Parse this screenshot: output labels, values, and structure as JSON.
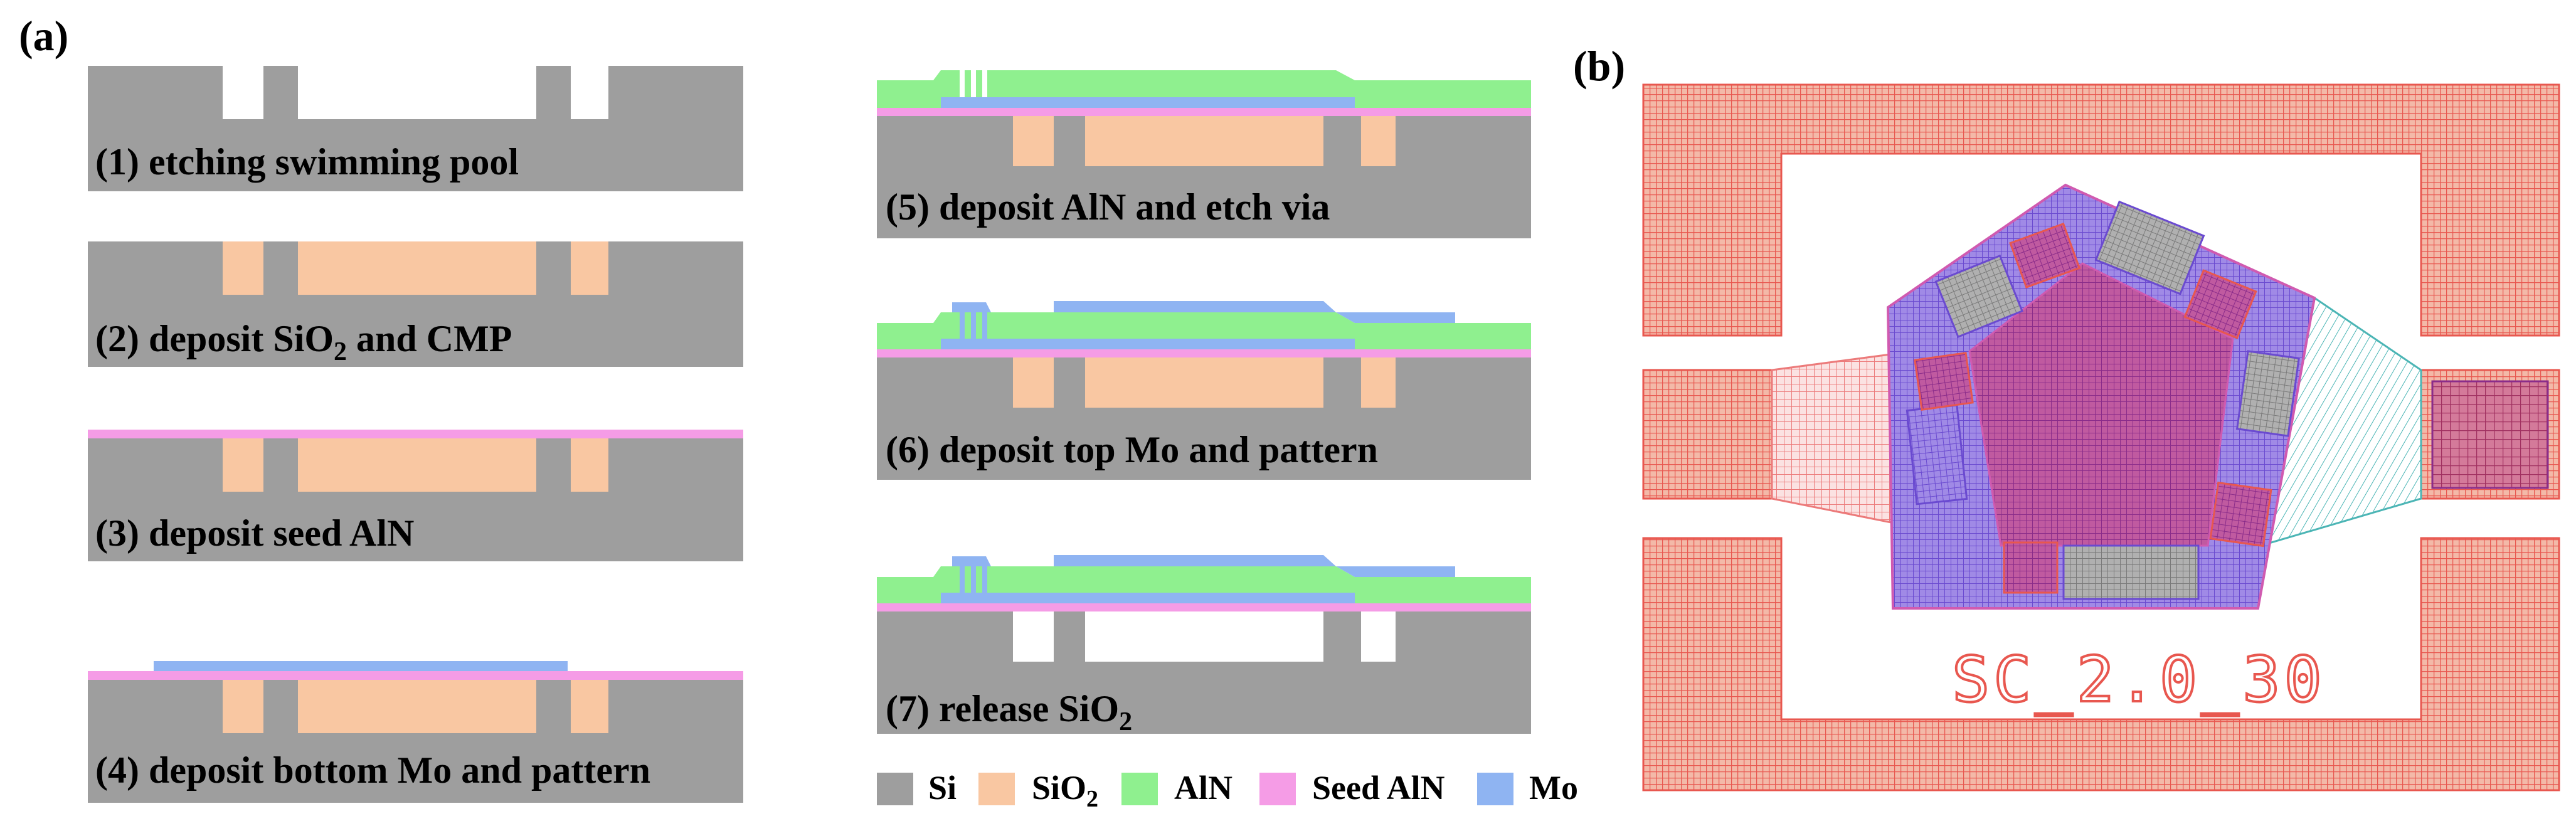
{
  "panels": {
    "a": "(a)",
    "b": "(b)"
  },
  "steps": {
    "s1": "(1) etching swimming pool",
    "s2_pre": "(2) deposit SiO",
    "s2_sub": "2",
    "s2_post": " and CMP",
    "s3": "(3) deposit seed AlN",
    "s4": "(4) deposit bottom Mo and pattern",
    "s5": "(5) deposit AlN and etch via",
    "s6": "(6) deposit top Mo and pattern",
    "s7_pre": "(7) release SiO",
    "s7_sub": "2"
  },
  "legend": {
    "si": "Si",
    "sio2_pre": "SiO",
    "sio2_sub": "2",
    "aln": "AlN",
    "seed_aln": "Seed AlN",
    "mo": "Mo"
  },
  "materials": {
    "si": "#9e9e9e",
    "sio2": "#f9c7a2",
    "aln": "#8ff08f",
    "seed_aln": "#f59ce6",
    "mo": "#8fb4f2"
  },
  "layout_label": "SC_2.0_30",
  "layout_colors": {
    "frame": "#e8574f",
    "pentagon": "#8a6ad8",
    "inner": "#b0428a",
    "trace": "#4bb5b5",
    "grey_block": "#9a9a9a"
  }
}
